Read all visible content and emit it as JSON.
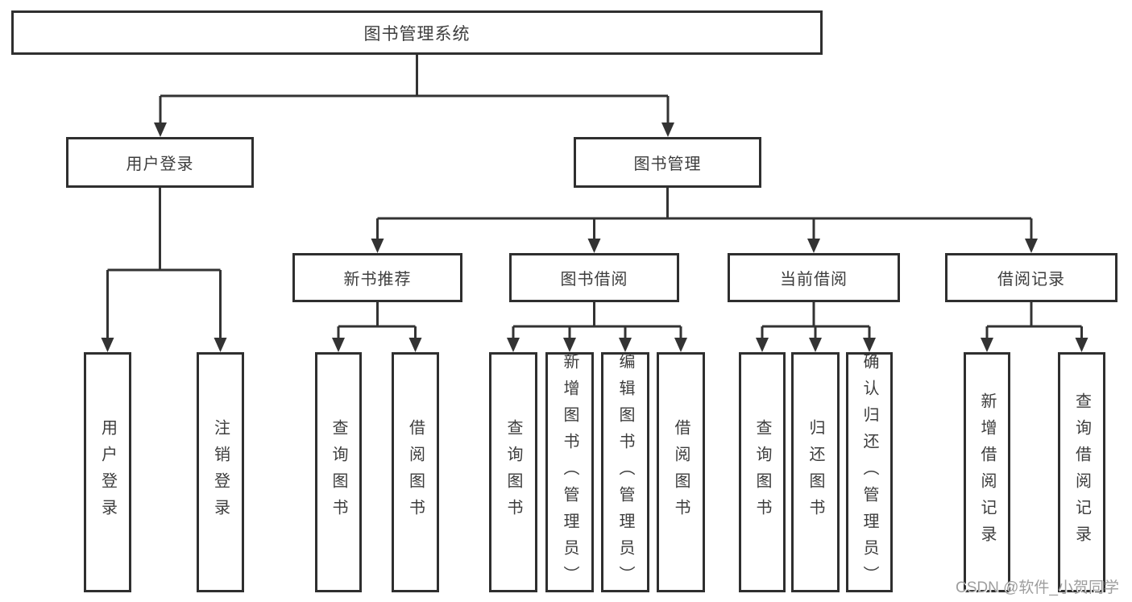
{
  "tree": {
    "label": "图书管理系统",
    "children": [
      {
        "label": "用户登录",
        "children": [
          {
            "label": "用户登录"
          },
          {
            "label": "注销登录"
          }
        ]
      },
      {
        "label": "图书管理",
        "children": [
          {
            "label": "新书推荐",
            "children": [
              {
                "label": "查询图书"
              },
              {
                "label": "借阅图书"
              }
            ]
          },
          {
            "label": "图书借阅",
            "children": [
              {
                "label": "查询图书"
              },
              {
                "label": "新增图书（管理员）"
              },
              {
                "label": "编辑图书（管理员）"
              },
              {
                "label": "借阅图书"
              }
            ]
          },
          {
            "label": "当前借阅",
            "children": [
              {
                "label": "查询图书"
              },
              {
                "label": "归还图书"
              },
              {
                "label": "确认归还（管理员）"
              }
            ]
          },
          {
            "label": "借阅记录",
            "children": [
              {
                "label": "新增借阅记录"
              },
              {
                "label": "查询借阅记录"
              }
            ]
          }
        ]
      }
    ]
  },
  "watermark": {
    "text": "CSDN @软件_小贺同学"
  },
  "colors": {
    "line": "#333333",
    "border": "#2f2f2f",
    "text": "#3d3d3d",
    "watermark_text": "#9e9e9e",
    "background": "#ffffff"
  }
}
